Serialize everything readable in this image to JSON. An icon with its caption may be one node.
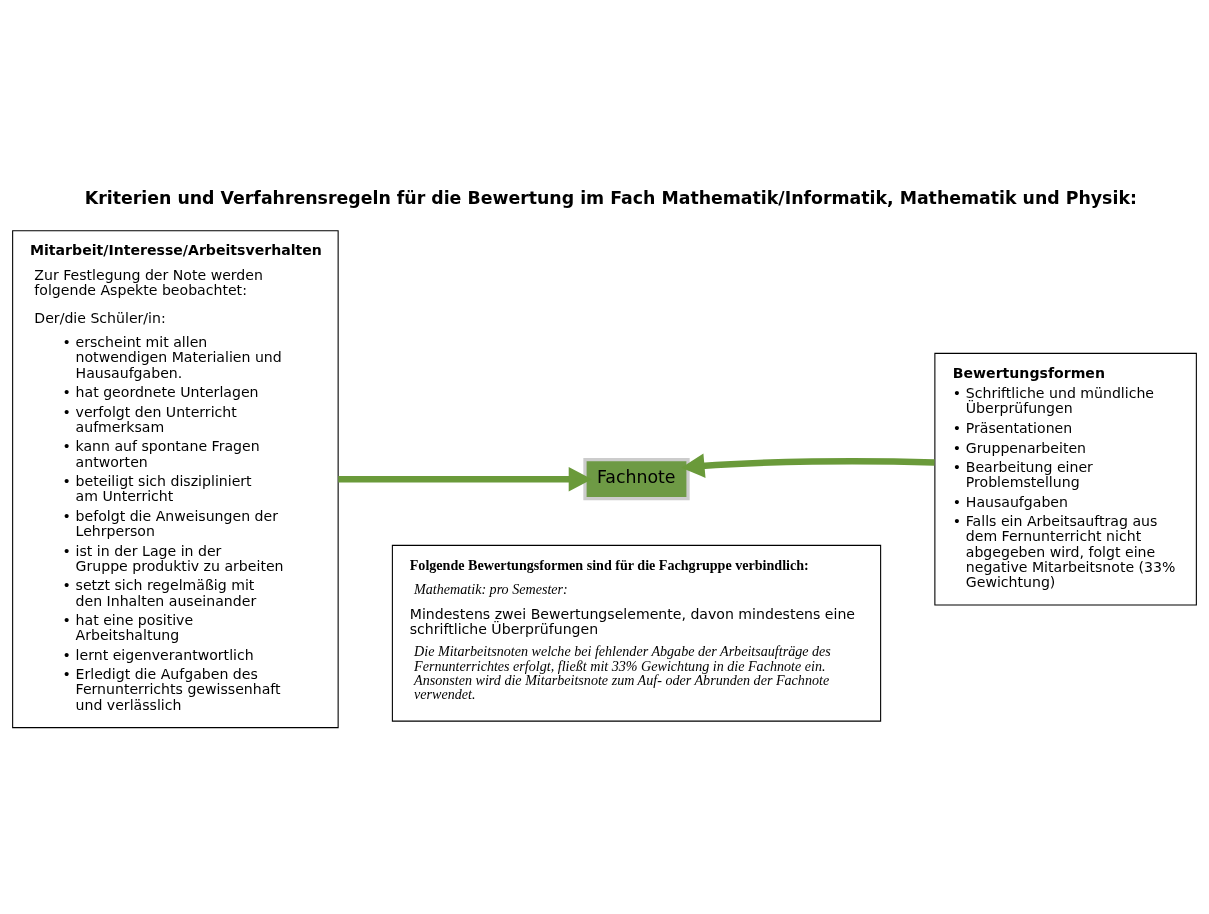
{
  "diagram": {
    "title": "Kriterien und Verfahrensregeln für die Bewertung im Fach Mathematik/Informatik, Mathematik und Physik:",
    "nodes": [
      {
        "text": [
          "Mitarbeit/Interesse/Arbeitsverhalten",
          "Zur Festlegung der Note werden folgende Aspekte beobachtet:",
          "Der/die Schüler/in:",
          "• erscheint mit allen notwendigen Materialien und Hausaufgaben.",
          "• hat geordnete Unterlagen",
          "• verfolgt den Unterricht aufmerksam",
          "• kann auf spontane Fragen antworten",
          "• beteiligt sich diszipliniert am Unterricht",
          "• befolgt die Anweisungen der Lehrperson",
          "• ist in der Lage in der Gruppe produktiv zu arbeiten",
          "• setzt sich regelmäßig mit den Inhalten auseinander",
          "• hat eine positive Arbeitshaltung",
          "• lernt eigenverantwortlich",
          "• Erledigt die Aufgaben des Fernunterrichts gewissenhaft und verlässlich"
        ]
      },
      {
        "text": [
          "Fachnote"
        ]
      },
      {
        "text": [
          "Bewertungsformen",
          "• Schriftliche und mündliche Überprüfungen",
          "• Präsentationen",
          "• Gruppenarbeiten",
          "• Bearbeitung einer Problemstellung",
          "• Hausaufgaben",
          "• Falls ein Arbeitsauftrag aus dem Fernunterricht nicht abgegeben wird, folgt eine negative Mitarbeitsnote (33% Gewichtung)"
        ]
      },
      {
        "text": [
          "Folgende Bewertungsformen sind für die Fachgruppe verbindlich:",
          "Mathematik: pro Semester:",
          "Mindestens zwei Bewertungselemente, davon mindestens eine schriftliche Überprüfungen",
          "Die Mitarbeitsnoten welche bei fehlender Abgabe der Arbeitsaufträge des Fernunterrichtes erfolgt, fließt mit 33% Gewichtung in die Fachnote ein. Ansonsten wird die Mitarbeitsnote zum Auf- oder Abrunden der Fachnote verwendet."
        ]
      }
    ],
    "edges": [
      {
        "from": 0,
        "to": 1,
        "arrow": "to"
      },
      {
        "from": 2,
        "to": 1,
        "arrow": "to"
      }
    ]
  }
}
